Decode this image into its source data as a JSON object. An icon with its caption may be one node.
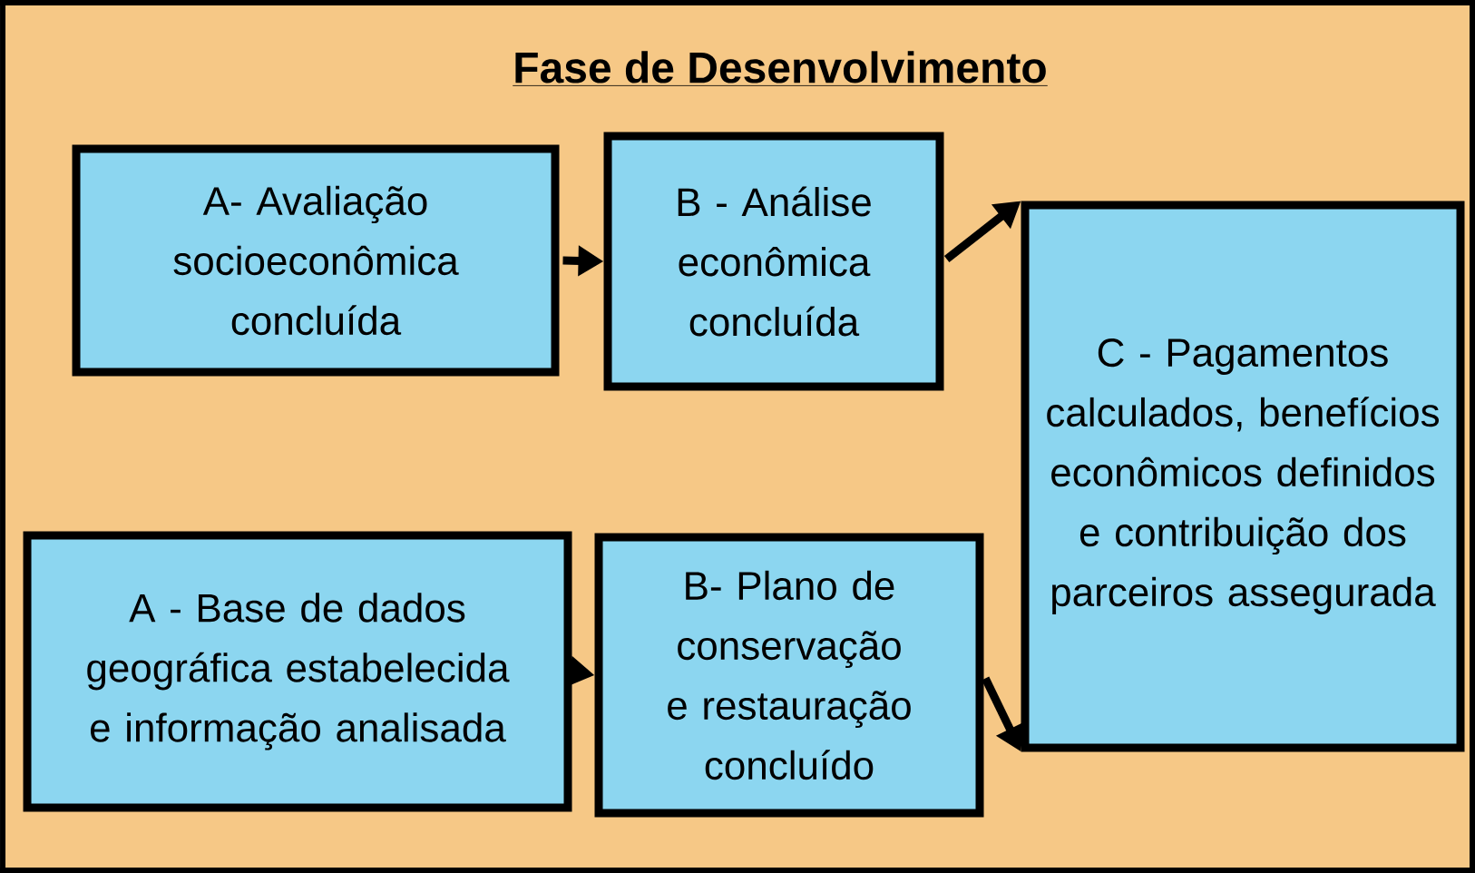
{
  "diagram": {
    "title": "Fase de Desenvolvimento",
    "nodes": [
      {
        "text": [
          "A- Avaliação socioeconômica concluída"
        ]
      },
      {
        "text": [
          "B - Análise econômica concluída"
        ]
      },
      {
        "text": [
          "C - Pagamentos calculados, benefícios econômicos definidos e contribuição dos parceiros assegurada"
        ]
      },
      {
        "text": [
          "A - Base de dados geográfica estabelecida e informação analisada"
        ]
      },
      {
        "text": [
          "B- Plano de conservação e restauração concluído"
        ]
      }
    ],
    "edges": [
      {
        "from": 0,
        "to": 1,
        "arrow": "to"
      },
      {
        "from": 1,
        "to": 2,
        "arrow": "to"
      },
      {
        "from": 3,
        "to": 4,
        "arrow": "to"
      },
      {
        "from": 4,
        "to": 2,
        "arrow": "to"
      }
    ]
  }
}
